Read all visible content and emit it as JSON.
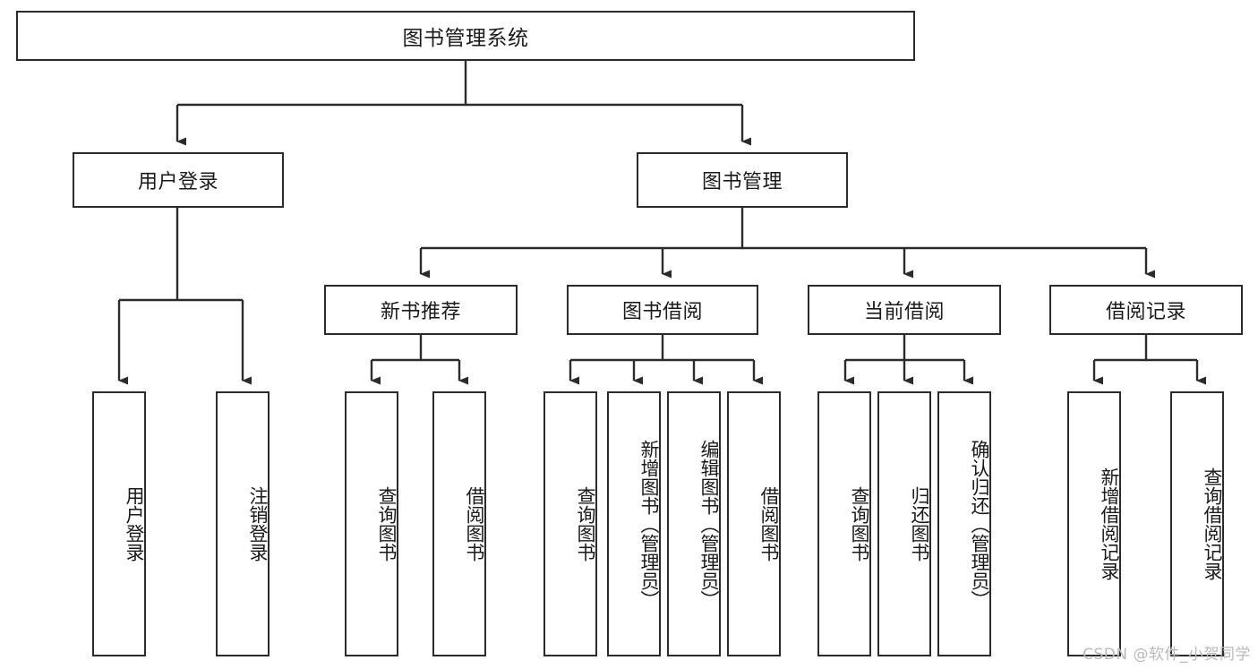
{
  "diagram": {
    "type": "tree-hierarchy-chart",
    "title": "图书管理系统",
    "line_color": "#2b2b2b",
    "box_fill": "#ffffff",
    "text_color": "#1a1a1a",
    "watermark": "CSDN @软件_小贺同学",
    "levels": {
      "root": {
        "label": "图书管理系统"
      },
      "level2": [
        {
          "label": "用户登录"
        },
        {
          "label": "图书管理"
        }
      ],
      "level3": [
        {
          "label": "新书推荐"
        },
        {
          "label": "图书借阅"
        },
        {
          "label": "当前借阅"
        },
        {
          "label": "借阅记录"
        }
      ],
      "leaves": {
        "user_login": [
          {
            "label": "用户登录"
          },
          {
            "label": "注销登录"
          }
        ],
        "new_book_recommend": [
          {
            "label": "查询图书"
          },
          {
            "label": "借阅图书"
          }
        ],
        "book_borrow": [
          {
            "label": "查询图书"
          },
          {
            "label": "新增图书（管理员）"
          },
          {
            "label": "编辑图书（管理员）"
          },
          {
            "label": "借阅图书"
          }
        ],
        "current_borrow": [
          {
            "label": "查询图书"
          },
          {
            "label": "归还图书"
          },
          {
            "label": "确认归还（管理员）"
          }
        ],
        "borrow_record": [
          {
            "label": "新增借阅记录"
          },
          {
            "label": "查询借阅记录"
          }
        ]
      }
    }
  }
}
